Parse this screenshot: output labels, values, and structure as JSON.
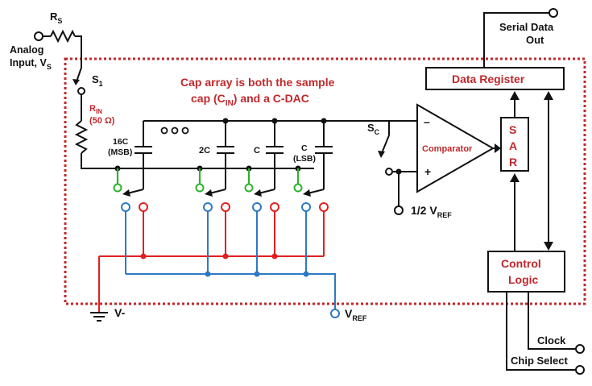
{
  "colors": {
    "boundary": "#c0282b",
    "wire": "#111111",
    "red_bus": "#e02020",
    "blue_bus": "#2f78c4",
    "switch_green": "#2cb32c"
  },
  "labels": {
    "rs": "R",
    "rs_sub": "S",
    "analog_line1": "Analog",
    "analog_line2": "Input, V",
    "analog_sub": "S",
    "s1": "S",
    "s1_sub": "1",
    "rin": "R",
    "rin_sub": "IN",
    "rin_value": "(50 Ω)",
    "cap16_line1": "16C",
    "cap16_line2": "(MSB)",
    "dots": "ooo",
    "cap2": "2C",
    "cap1": "C",
    "capl_line1": "C",
    "capl_line2": "(LSB)",
    "cap_note_line1": "Cap array is both the sample",
    "cap_note_line2a": "cap (C",
    "cap_note_sub": "IN",
    "cap_note_line2b": ") and a C-DAC",
    "sc": "S",
    "sc_sub": "C",
    "comparator": "Comparator",
    "minus": "–",
    "plus": "+",
    "half_vref": "1/2 V",
    "half_vref_sub": "REF",
    "sar": [
      "S",
      "A",
      "R"
    ],
    "data_register": "Data Register",
    "serial_line1": "Serial Data",
    "serial_line2": "Out",
    "control_line1": "Control",
    "control_line2": "Logic",
    "clock": "Clock",
    "chip_select": "Chip Select",
    "vminus": "V-",
    "vref": "V",
    "vref_sub": "REF"
  }
}
